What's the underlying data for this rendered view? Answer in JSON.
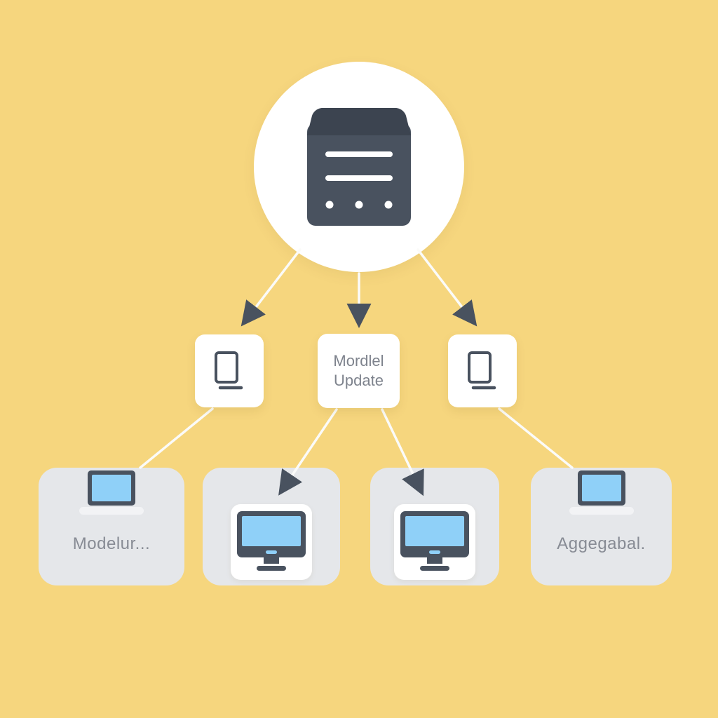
{
  "hub": {
    "icon": "server-icon"
  },
  "middle_row": {
    "left": {
      "icon": "tablet-icon"
    },
    "center": {
      "line1": "Mordlel",
      "line2": "Update"
    },
    "right": {
      "icon": "tablet-icon"
    }
  },
  "bottom_row": {
    "client1": {
      "icon": "laptop-icon",
      "label": "Modelur..."
    },
    "client2": {
      "icon": "monitor-icon",
      "label": ""
    },
    "client3": {
      "icon": "monitor-icon",
      "label": ""
    },
    "client4": {
      "icon": "laptop-icon",
      "label": "Aggegabal."
    }
  },
  "colors": {
    "background": "#F6D67E",
    "node_white": "#FFFFFF",
    "node_gray": "#E5E7EA",
    "icon_dark": "#49525F",
    "icon_dark_top": "#3C4450",
    "screen_blue": "#8FD0F8",
    "line_white": "#FBFBF9",
    "arrow_dark": "#49525F",
    "text_gray": "#7E838D"
  }
}
